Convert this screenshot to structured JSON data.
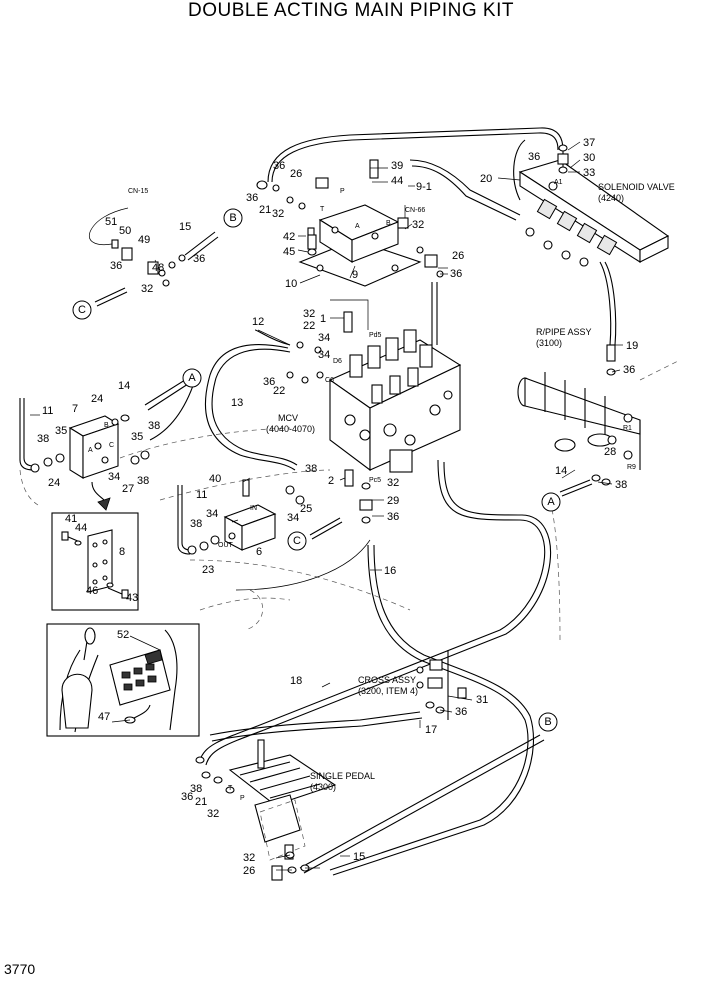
{
  "title": "DOUBLE ACTING MAIN PIPING KIT",
  "page_number": "3770",
  "assemblies": {
    "solenoid_valve": [
      "SOLENOID VALVE",
      "(4240)"
    ],
    "pipe_assy": [
      "R/PIPE ASSY",
      "(3100)"
    ],
    "mcv": [
      "MCV",
      "(4040-4070)"
    ],
    "cross_assy": [
      "CROSS ASSY",
      "(3200, ITEM 4)"
    ],
    "single_pedal": [
      "SINGLE PEDAL",
      "(4300)"
    ]
  },
  "port_labels": {
    "cn15": "CN-15",
    "cn66": "CN-66",
    "pd5": "Pd5",
    "pc5": "Pc5",
    "d6": "D6",
    "c6": "C6",
    "a1": "A1",
    "r1": "R1",
    "r9": "R9",
    "p_top": "P",
    "t_top": "T",
    "a_top": "A",
    "b_top": "B",
    "in": "IN",
    "out": "OUT",
    "p_ped": "P",
    "t_ped": "T",
    "b_left": "B",
    "c_left": "C",
    "a_left": "A"
  },
  "callouts": {
    "a": "A",
    "b": "B",
    "c": "C"
  },
  "part_numbers": {
    "n1": "1",
    "n2": "2",
    "n6": "6",
    "n7": "7",
    "n8": "8",
    "n9": "9",
    "n9_1": "9-1",
    "n10": "10",
    "n11a": "11",
    "n11b": "11",
    "n12": "12",
    "n13": "13",
    "n14a": "14",
    "n14b": "14",
    "n15a": "15",
    "n15b": "15",
    "n16": "16",
    "n17": "17",
    "n18": "18",
    "n19": "19",
    "n20": "20",
    "n21a": "21",
    "n21b": "21",
    "n22a": "22",
    "n22b": "22",
    "n23": "23",
    "n24a": "24",
    "n24b": "24",
    "n25": "25",
    "n26a": "26",
    "n26b": "26",
    "n26c": "26",
    "n27": "27",
    "n28": "28",
    "n29": "29",
    "n30": "30",
    "n31": "31",
    "n32a": "32",
    "n32b": "32",
    "n32c": "32",
    "n32d": "32",
    "n32e": "32",
    "n32f": "32",
    "n32g": "32",
    "n33": "33",
    "n34a": "34",
    "n34b": "34",
    "n34c": "34",
    "n34d": "34",
    "n34e": "34",
    "n35a": "35",
    "n35b": "35",
    "n36a": "36",
    "n36b": "36",
    "n36c": "36",
    "n36d": "36",
    "n36e": "36",
    "n36f": "36",
    "n36g": "36",
    "n36h": "36",
    "n36i": "36",
    "n36j": "36",
    "n36k": "36",
    "n37": "37",
    "n38a": "38",
    "n38b": "38",
    "n38c": "38",
    "n38d": "38",
    "n38e": "38",
    "n38f": "38",
    "n38g": "38",
    "n39": "39",
    "n40": "40",
    "n41": "41",
    "n42": "42",
    "n43": "43",
    "n44a": "44",
    "n44b": "44",
    "n45": "45",
    "n46": "46",
    "n47": "47",
    "n48": "48",
    "n49": "49",
    "n50": "50",
    "n51": "51",
    "n52": "52"
  }
}
